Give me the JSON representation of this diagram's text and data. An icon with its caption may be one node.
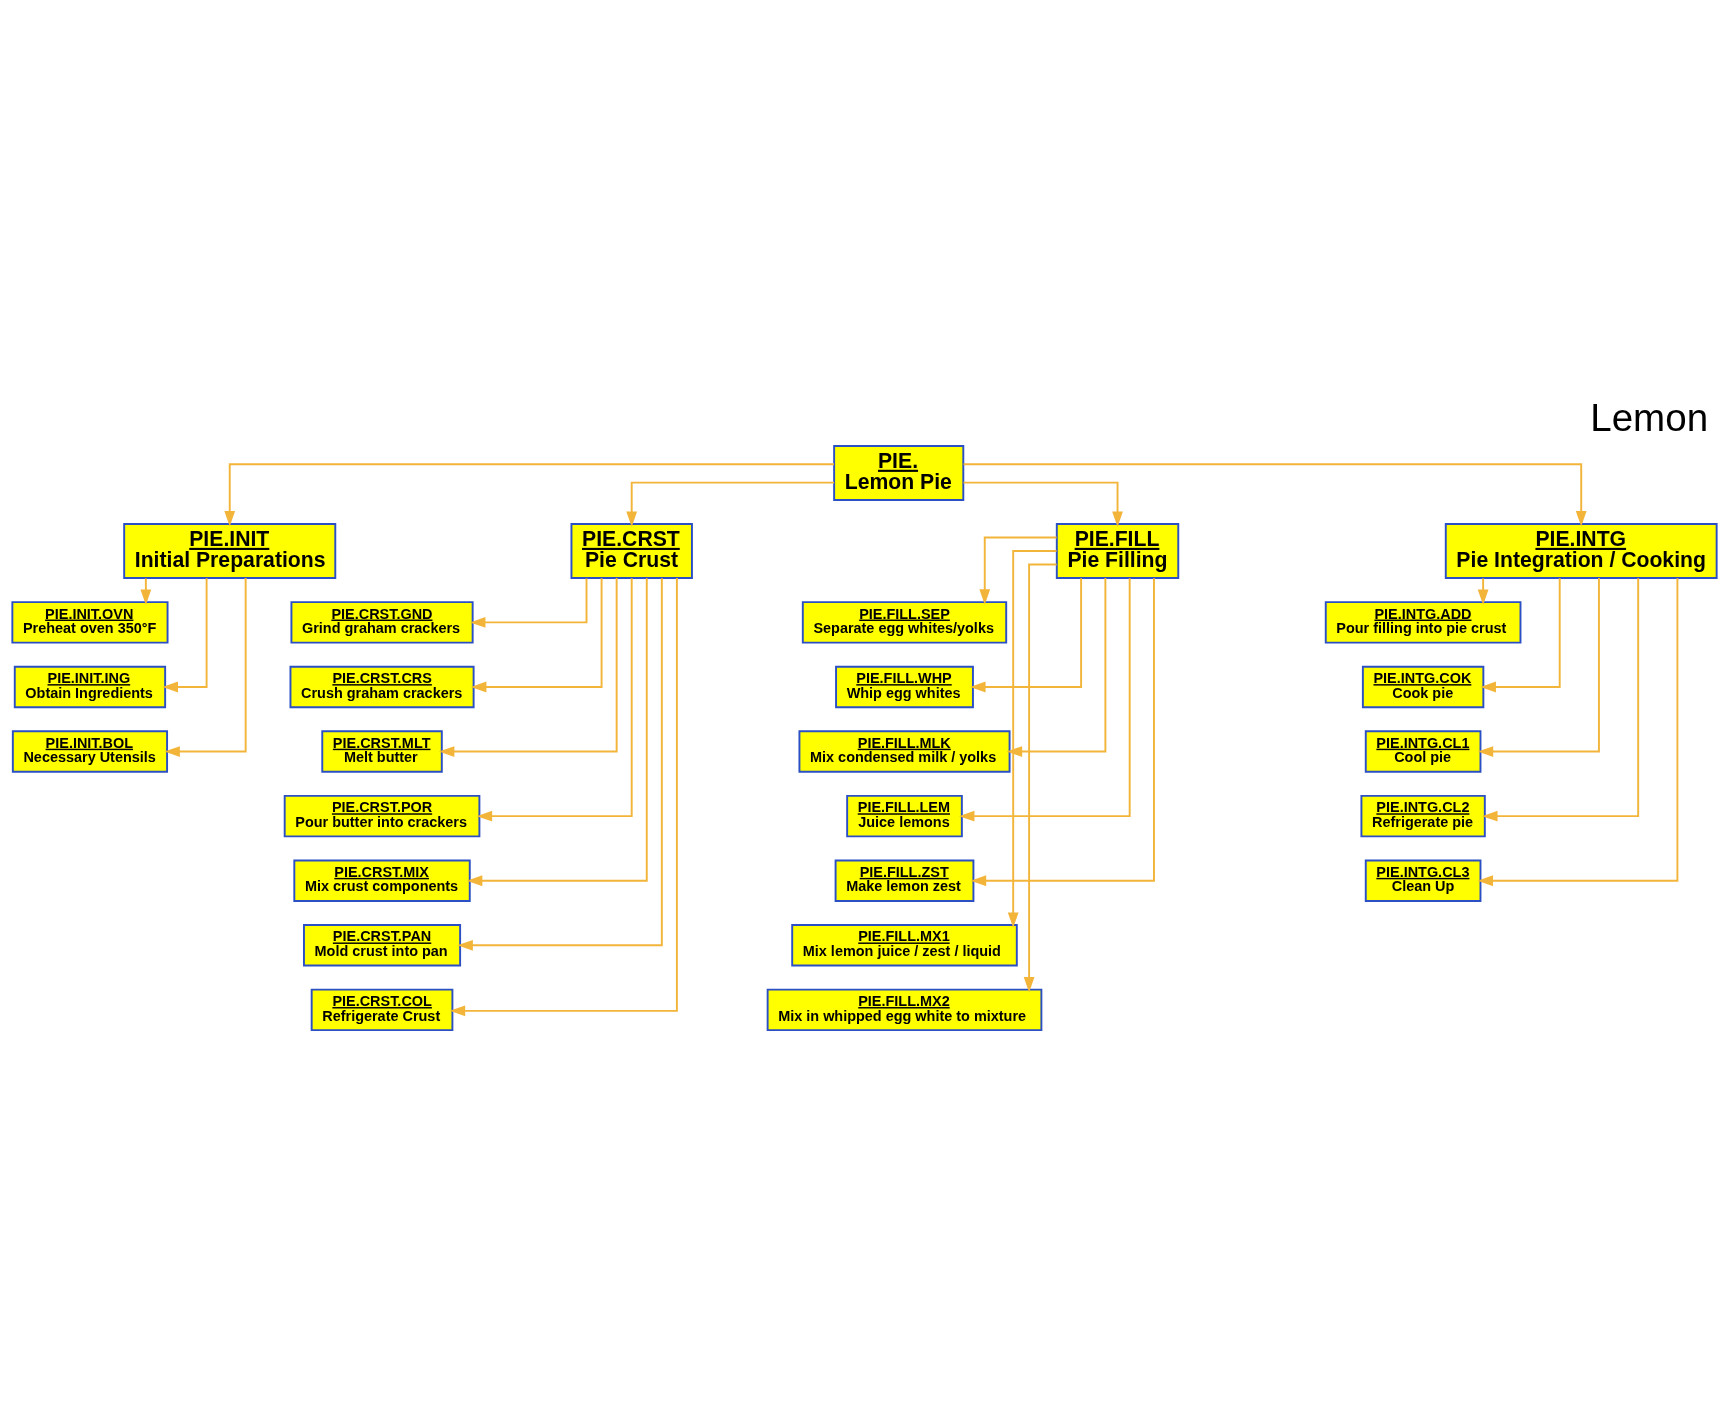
{
  "diagram": {
    "title": "Lemon",
    "nodes": [
      {
        "text": [
          "PIE.",
          "Lemon Pie"
        ]
      },
      {
        "text": [
          "PIE.INIT",
          "Initial Preparations"
        ]
      },
      {
        "text": [
          "PIE.CRST",
          "Pie Crust"
        ]
      },
      {
        "text": [
          "PIE.FILL",
          "Pie Filling"
        ]
      },
      {
        "text": [
          "PIE.INTG",
          "Pie Integration / Cooking"
        ]
      },
      {
        "text": [
          "PIE.INIT.OVN",
          "Preheat oven 350°F"
        ]
      },
      {
        "text": [
          "PIE.INIT.ING",
          "Obtain Ingredients"
        ]
      },
      {
        "text": [
          "PIE.INIT.BOL",
          "Necessary Utensils"
        ]
      },
      {
        "text": [
          "PIE.CRST.GND",
          "Grind graham crackers"
        ]
      },
      {
        "text": [
          "PIE.CRST.CRS",
          "Crush graham crackers"
        ]
      },
      {
        "text": [
          "PIE.CRST.MLT",
          "Melt butter"
        ]
      },
      {
        "text": [
          "PIE.CRST.POR",
          "Pour butter into crackers"
        ]
      },
      {
        "text": [
          "PIE.CRST.MIX",
          "Mix crust components"
        ]
      },
      {
        "text": [
          "PIE.CRST.PAN",
          "Mold crust into pan"
        ]
      },
      {
        "text": [
          "PIE.CRST.COL",
          "Refrigerate Crust"
        ]
      },
      {
        "text": [
          "PIE.FILL.SEP",
          "Separate egg whites/yolks"
        ]
      },
      {
        "text": [
          "PIE.FILL.WHP",
          "Whip egg whites"
        ]
      },
      {
        "text": [
          "PIE.FILL.MLK",
          "Mix condensed milk / yolks"
        ]
      },
      {
        "text": [
          "PIE.FILL.LEM",
          "Juice lemons"
        ]
      },
      {
        "text": [
          "PIE.FILL.ZST",
          "Make lemon zest"
        ]
      },
      {
        "text": [
          "PIE.FILL.MX1",
          "Mix lemon juice / zest / liquid"
        ]
      },
      {
        "text": [
          "PIE.FILL.MX2",
          "Mix in whipped egg white to mixture"
        ]
      },
      {
        "text": [
          "PIE.INTG.ADD",
          "Pour filling into pie crust"
        ]
      },
      {
        "text": [
          "PIE.INTG.COK",
          "Cook pie"
        ]
      },
      {
        "text": [
          "PIE.INTG.CL1",
          "Cool pie"
        ]
      },
      {
        "text": [
          "PIE.INTG.CL2",
          "Refrigerate pie"
        ]
      },
      {
        "text": [
          "PIE.INTG.CL3",
          "Clean Up"
        ]
      }
    ],
    "edges": [
      {
        "from": 0,
        "to": 1,
        "arrow": "to"
      },
      {
        "from": 0,
        "to": 2,
        "arrow": "to"
      },
      {
        "from": 0,
        "to": 3,
        "arrow": "to"
      },
      {
        "from": 0,
        "to": 4,
        "arrow": "to"
      },
      {
        "from": 1,
        "to": 5,
        "arrow": "to"
      },
      {
        "from": 1,
        "to": 6,
        "arrow": "to"
      },
      {
        "from": 1,
        "to": 7,
        "arrow": "to"
      },
      {
        "from": 2,
        "to": 8,
        "arrow": "to"
      },
      {
        "from": 2,
        "to": 9,
        "arrow": "to"
      },
      {
        "from": 2,
        "to": 10,
        "arrow": "to"
      },
      {
        "from": 2,
        "to": 11,
        "arrow": "to"
      },
      {
        "from": 2,
        "to": 12,
        "arrow": "to"
      },
      {
        "from": 2,
        "to": 13,
        "arrow": "to"
      },
      {
        "from": 2,
        "to": 14,
        "arrow": "to"
      },
      {
        "from": 3,
        "to": 15,
        "arrow": "to"
      },
      {
        "from": 3,
        "to": 16,
        "arrow": "to"
      },
      {
        "from": 3,
        "to": 17,
        "arrow": "to"
      },
      {
        "from": 3,
        "to": 18,
        "arrow": "to"
      },
      {
        "from": 3,
        "to": 19,
        "arrow": "to"
      },
      {
        "from": 3,
        "to": 20,
        "arrow": "to"
      },
      {
        "from": 3,
        "to": 21,
        "arrow": "to"
      },
      {
        "from": 4,
        "to": 22,
        "arrow": "to"
      },
      {
        "from": 4,
        "to": 23,
        "arrow": "to"
      },
      {
        "from": 4,
        "to": 24,
        "arrow": "to"
      },
      {
        "from": 4,
        "to": 25,
        "arrow": "to"
      },
      {
        "from": 4,
        "to": 26,
        "arrow": "to"
      }
    ]
  }
}
